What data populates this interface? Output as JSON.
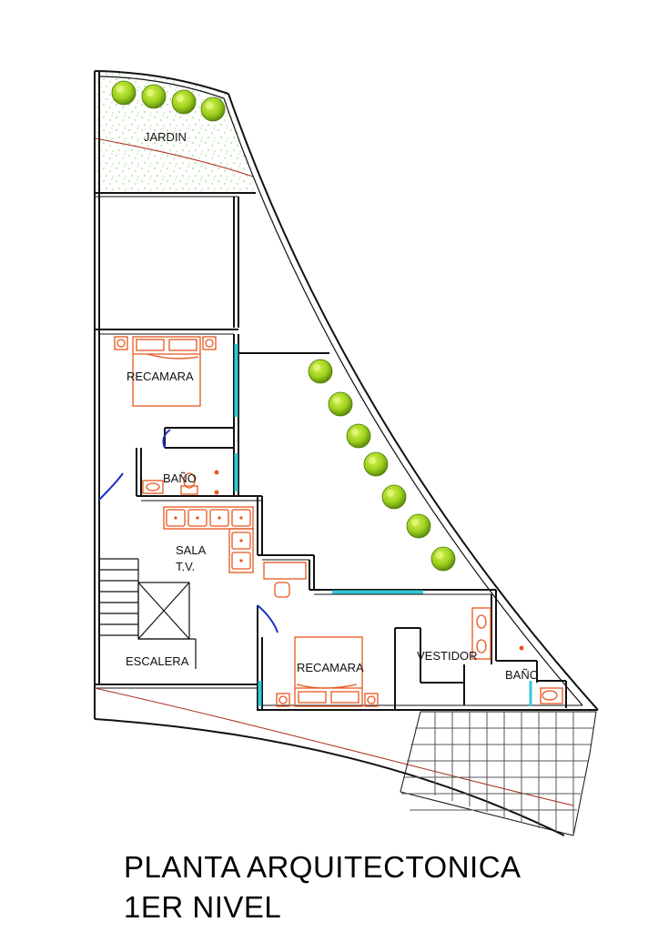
{
  "title": {
    "line1": "PLANTA ARQUITECTONICA",
    "line2": "1ER NIVEL"
  },
  "rooms": {
    "jardin": "JARDIN",
    "recamara_1": "RECAMARA",
    "bano_1": "BAÑO",
    "sala_line1": "SALA",
    "sala_line2": "T.V.",
    "escalera": "ESCALERA",
    "recamara_2": "RECAMARA",
    "vestidor": "VESTIDOR",
    "bano_2": "BAÑO"
  },
  "colors": {
    "walls": "#111111",
    "furniture": "#e8561c",
    "window": "#35c9d6",
    "door_swing": "#1a33c8",
    "tree": "#9ed21e",
    "property_line": "#b03020",
    "grass": "#7ec96a"
  },
  "icons": {
    "tree": "round-tree-icon",
    "bed": "double-bed-icon",
    "toilet": "toilet-icon",
    "sofa": "sofa-icon"
  }
}
